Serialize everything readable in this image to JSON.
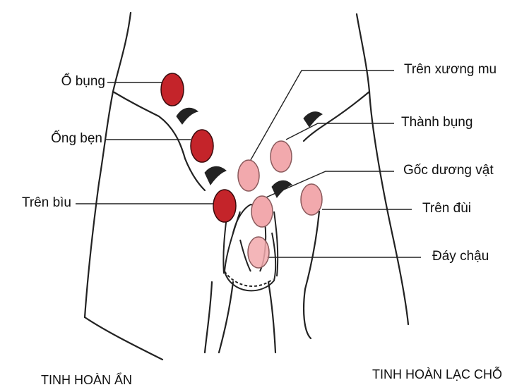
{
  "colors": {
    "undescended_fill": "#c4242a",
    "ectopic_fill": "#f2a9ad",
    "outline": "#222222",
    "background": "#ffffff"
  },
  "left_side": {
    "caption": "TINH HOÀN ẨN",
    "labels": [
      "Ổ bụng",
      "Ống bẹn",
      "Trên bìu"
    ]
  },
  "right_side": {
    "caption": "TINH HOÀN LẠC CHỖ",
    "labels": [
      "Trên xương mu",
      "Thành bụng",
      "Gốc dương vật",
      "Trên đùi",
      "Đáy chậu"
    ]
  }
}
